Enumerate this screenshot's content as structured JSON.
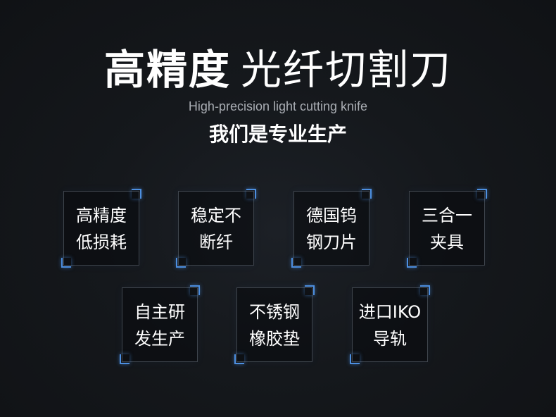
{
  "header": {
    "title_bold": "高精度",
    "title_light": "光纤切割刀",
    "subtitle": "High-precision light cutting knife",
    "tagline": "我们是专业生产"
  },
  "features": [
    {
      "line1": "高精度",
      "line2": "低损耗"
    },
    {
      "line1": "稳定不",
      "line2": "断纤"
    },
    {
      "line1": "德国钨",
      "line2": "钢刀片"
    },
    {
      "line1": "三合一",
      "line2": "夹具"
    },
    {
      "line1": "自主研",
      "line2": "发生产"
    },
    {
      "line1": "不锈钢",
      "line2": "橡胶垫"
    },
    {
      "line1": "进口IKO",
      "line2": "导轨"
    }
  ],
  "colors": {
    "background": "#15181c",
    "accent": "#4d8fe0",
    "subtitle": "#a9adb3",
    "box_border": "#3f454d"
  }
}
